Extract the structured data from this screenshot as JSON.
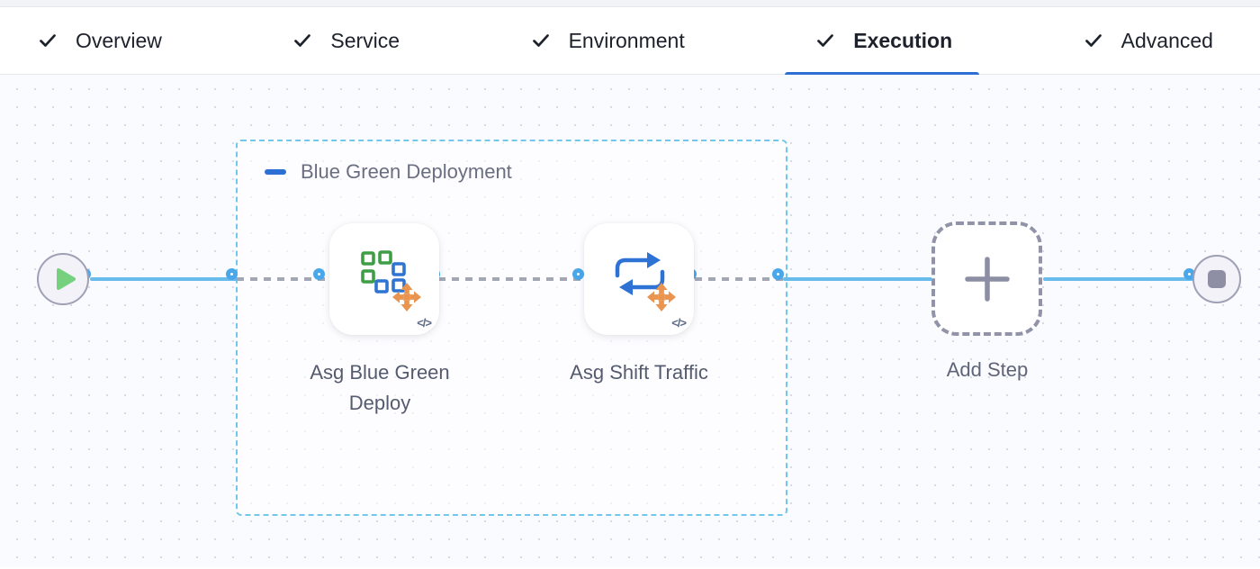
{
  "tab_bar": {
    "items": [
      {
        "label": "Overview",
        "completed": true,
        "active": false
      },
      {
        "label": "Service",
        "completed": true,
        "active": false
      },
      {
        "label": "Environment",
        "completed": true,
        "active": false
      },
      {
        "label": "Execution",
        "completed": true,
        "active": true
      },
      {
        "label": "Advanced",
        "completed": true,
        "active": false
      }
    ]
  },
  "pipeline": {
    "group": {
      "label": "Blue Green Deployment"
    },
    "steps": [
      {
        "label": "Asg Blue Green Deploy",
        "icon": "asg-blue-green-deploy-icon",
        "badge": "</>"
      },
      {
        "label": "Asg Shift Traffic",
        "icon": "asg-shift-traffic-icon",
        "badge": "</>"
      }
    ],
    "add_step": {
      "label": "Add Step"
    }
  },
  "colors": {
    "accent_blue": "#2e6fd3",
    "connector_blue": "#69bbec",
    "port_blue": "#4aa7ea",
    "group_border_cyan": "#72c8ec",
    "dashed_connector_gray": "#a3a7b4",
    "play_green": "#76d17e",
    "squares_green": "#3f9e45",
    "squares_blue": "#2f74d0",
    "move_orange": "#e9944f",
    "node_gray": "#8e8fa5"
  }
}
